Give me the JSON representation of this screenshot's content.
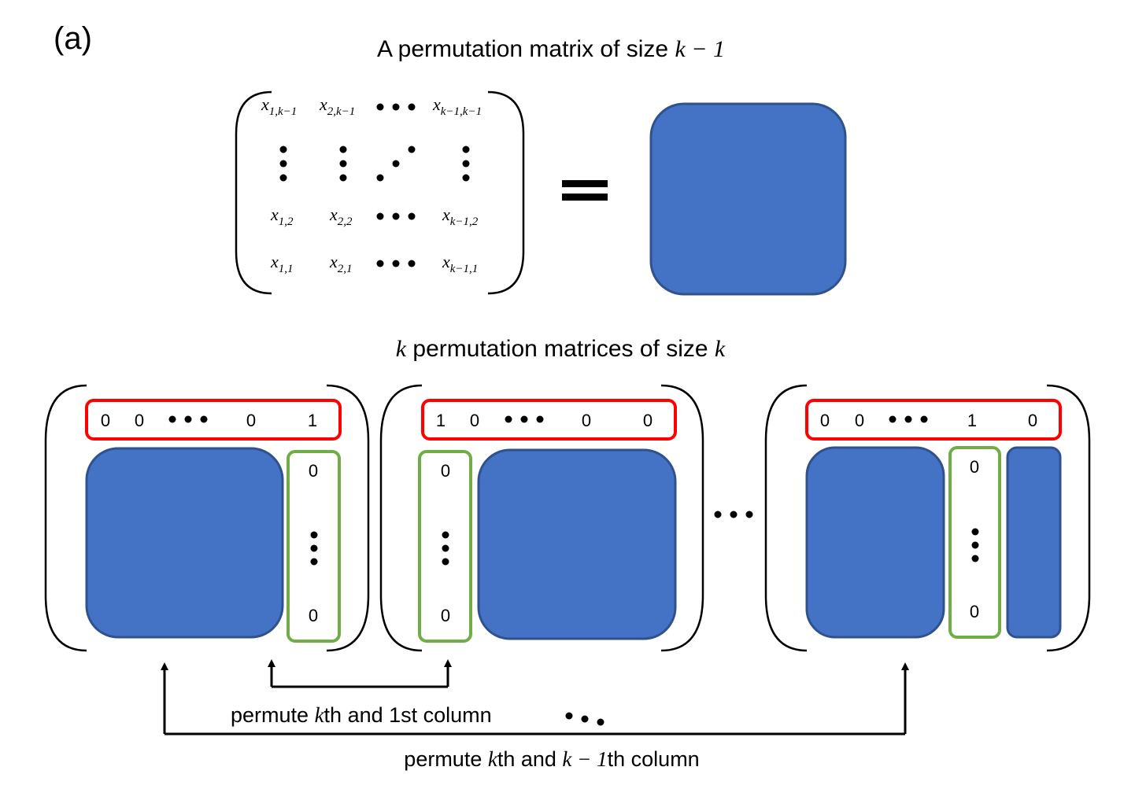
{
  "panel_label": "(a)",
  "top_title": {
    "prefix": "A permutation matrix of size ",
    "math": "k − 1"
  },
  "matrix_entries": {
    "row_top": [
      "x",
      "1,k−1",
      "x",
      "2,k−1",
      "x",
      "k−1,k−1"
    ],
    "row_2": [
      "x",
      "1,2",
      "x",
      "2,2",
      "x",
      "k−1,2"
    ],
    "row_1": [
      "x",
      "1,1",
      "x",
      "2,1",
      "x",
      "k−1,1"
    ]
  },
  "bottom_title": {
    "math": "k",
    "suffix": " permutation matrices of size ",
    "math2": "k"
  },
  "matrix1": {
    "row": [
      "0",
      "0",
      "0",
      "1"
    ],
    "col": [
      "0",
      "0"
    ]
  },
  "matrix2": {
    "row": [
      "1",
      "0",
      "0",
      "0"
    ],
    "col": [
      "0",
      "0"
    ]
  },
  "matrix3": {
    "row": [
      "0",
      "0",
      "1",
      "0"
    ],
    "col": [
      "0",
      "0"
    ]
  },
  "caption1": {
    "prefix": "permute ",
    "math": "k",
    "suffix": "th and 1st column"
  },
  "caption2": {
    "prefix": "permute ",
    "math": "k",
    "middle": "th and ",
    "math2": "k − 1",
    "suffix": "th column"
  },
  "colors": {
    "blue_fill": "#4472C4",
    "blue_stroke": "#2F528F",
    "red": "#FF0000",
    "green": "#70AD47"
  }
}
